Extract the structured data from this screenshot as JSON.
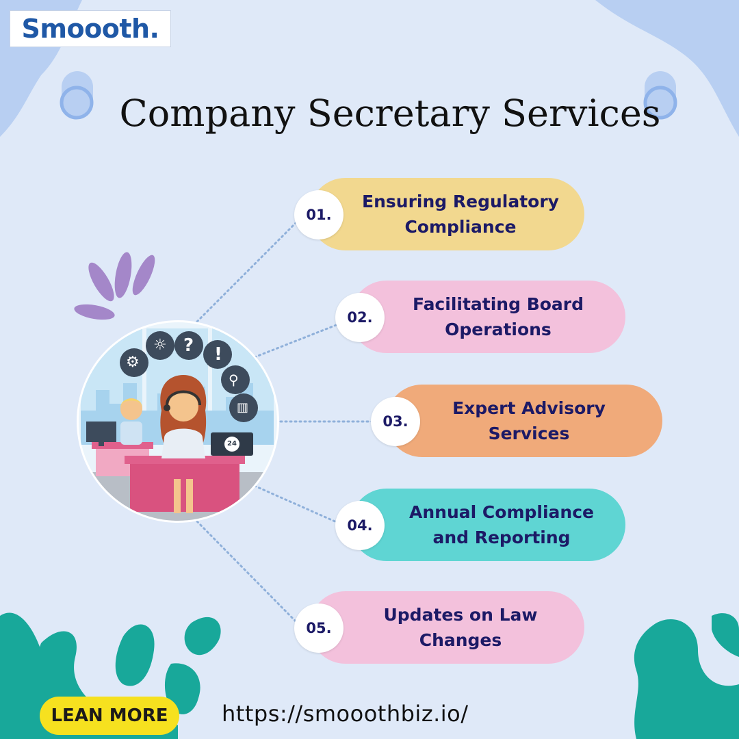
{
  "brand": {
    "logo_text": "Smoooth."
  },
  "title": "Company Secretary Services",
  "services": [
    {
      "number": "01.",
      "line1": "Ensuring Regulatory",
      "line2": "Compliance",
      "color": "#f2d88f"
    },
    {
      "number": "02.",
      "line1": "Facilitating Board",
      "line2": "Operations",
      "color": "#f3c1dc"
    },
    {
      "number": "03.",
      "line1": "Expert Advisory",
      "line2": "Services",
      "color": "#f0aa7a"
    },
    {
      "number": "04.",
      "line1": "Annual Compliance",
      "line2": "and Reporting",
      "color": "#5fd5d3"
    },
    {
      "number": "05.",
      "line1": "Updates on Law",
      "line2": "Changes",
      "color": "#f3c1dc"
    }
  ],
  "illustration": {
    "icons": [
      "gear-icon",
      "lightbulb-icon",
      "question-icon",
      "exclamation-icon",
      "magnifier-icon",
      "chart-icon",
      "phone-24-icon"
    ],
    "phone_badge": "24"
  },
  "footer": {
    "cta_label": "LEAN MORE",
    "url": "https://smooothbiz.io/"
  },
  "colors": {
    "background": "#dfe9f8",
    "brand_blue": "#1f58a6",
    "text_dark_blue": "#1c1a66",
    "cta_yellow": "#f6e11f",
    "decor_teal": "#18a89a",
    "decor_purple": "#a487c9",
    "decor_light_blue": "#b8cff2"
  }
}
